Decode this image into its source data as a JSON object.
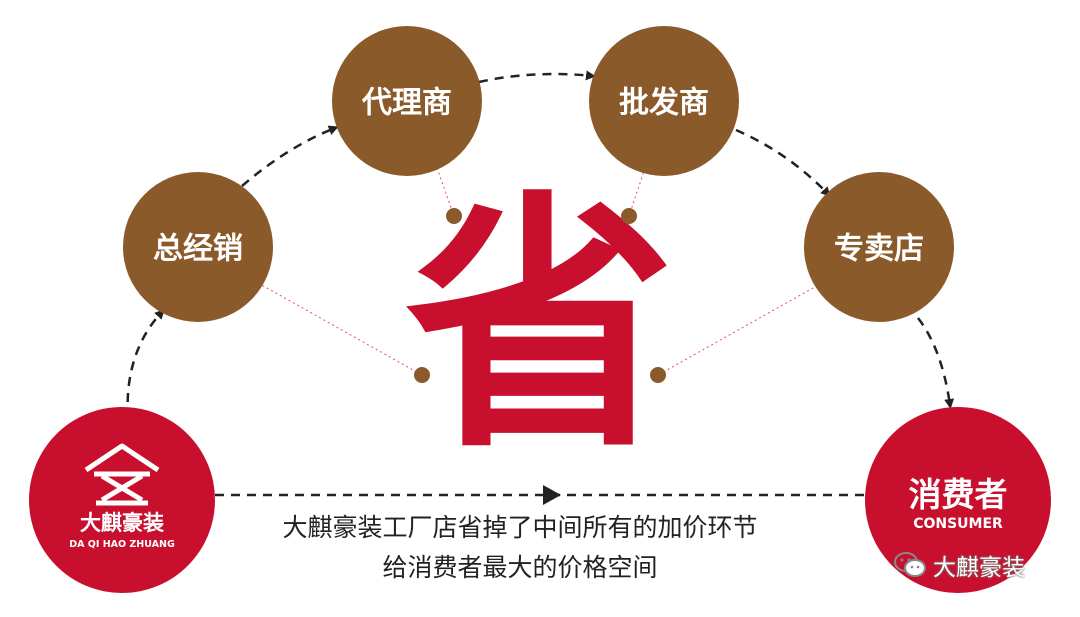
{
  "colors": {
    "brown": "#8a5a2b",
    "red": "#c8102e",
    "arrow": "#222222",
    "caption": "#222222"
  },
  "nodes": {
    "general_distributor": "总经销",
    "agent": "代理商",
    "wholesaler": "批发商",
    "specialty_store": "专卖店"
  },
  "center_char": "省",
  "brand": {
    "name_cn": "大麒豪装",
    "name_en": "DA QI HAO ZHUANG",
    "logo_icon": "house-logo-icon"
  },
  "consumer": {
    "name_cn": "消费者",
    "name_en": "CONSUMER"
  },
  "caption": {
    "line1": "大麒豪装工厂店省掉了中间所有的加价环节",
    "line2": "给消费者最大的价格空间"
  },
  "watermark": {
    "icon": "wechat-icon",
    "text": "大麒豪装"
  }
}
